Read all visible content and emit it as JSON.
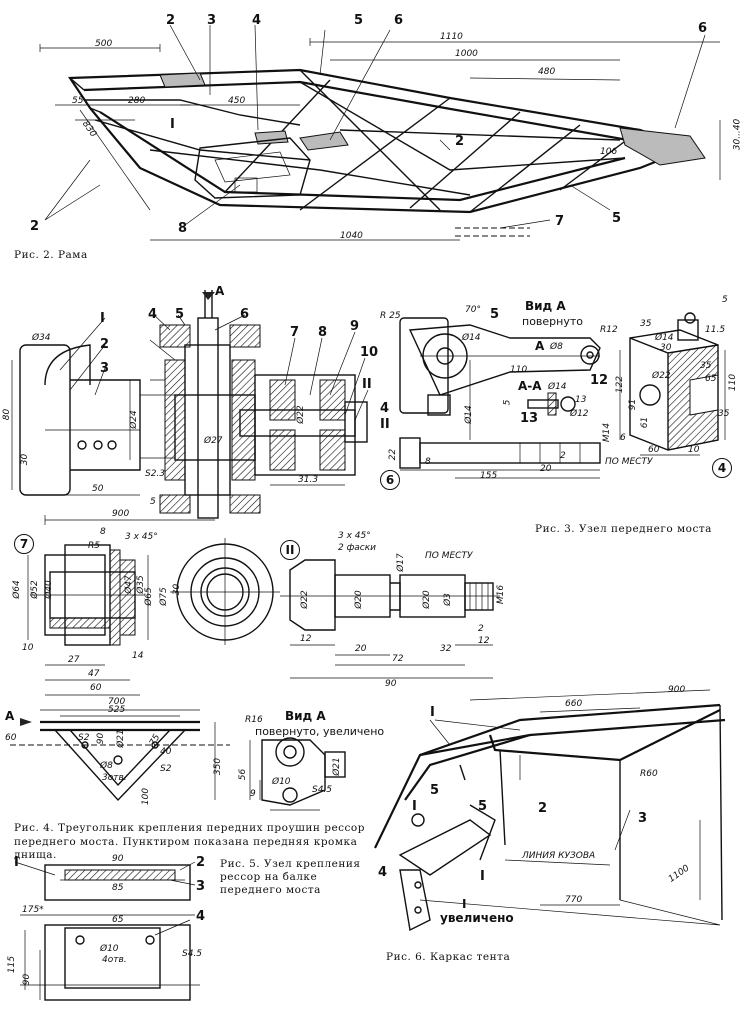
{
  "fig2": {
    "caption": "Рис. 2. Рама",
    "parts": [
      "2",
      "3",
      "4",
      "5",
      "6",
      "6",
      "I",
      "2",
      "5",
      "7",
      "8",
      "2"
    ],
    "dims": [
      "500",
      "1110",
      "1000",
      "480",
      "55",
      "280",
      "450",
      "830",
      "1040",
      "30...40",
      "106"
    ]
  },
  "fig3": {
    "caption": "Рис. 3. Узел переднего моста",
    "view_a": "Вид А",
    "view_a_sub": "повернуто",
    "section": "А-А",
    "arrow_a": "А",
    "place": "ПО МЕСТУ",
    "left_parts": [
      "I",
      "2",
      "3",
      "4",
      "5",
      "6",
      "7",
      "8",
      "9",
      "10",
      "II"
    ],
    "left_dims": [
      "Ø34",
      "80",
      "30",
      "50",
      "Ø24",
      "S2.3",
      "5",
      "900",
      "Ø27",
      "31.3",
      "Ø22"
    ],
    "right_parts": [
      "5",
      "4",
      "II",
      "12",
      "13"
    ],
    "right_dims": [
      "R 25",
      "70°",
      "Ø14",
      "Ø8",
      "R12",
      "110",
      "Ø14",
      "Ø14",
      "Ø12",
      "22",
      "8",
      "155",
      "20",
      "2",
      "M14",
      "5",
      "13"
    ],
    "circle_labels": [
      "6",
      "4"
    ],
    "box_dims": [
      "35",
      "5",
      "Ø14",
      "30",
      "11.5",
      "122",
      "91",
      "61",
      "35",
      "Ø22",
      "65",
      "110",
      "35",
      "60",
      "10",
      "6"
    ]
  },
  "fig7": {
    "circle_label": "7",
    "dims": [
      "8",
      "R5",
      "3 x 45°",
      "Ø64",
      "Ø52",
      "Ø40",
      "Ø47",
      "Ø35",
      "Ø65",
      "Ø75",
      "10",
      "27",
      "47",
      "60",
      "14",
      "30"
    ]
  },
  "fig11": {
    "circle_label": "II",
    "note": "3 x 45°",
    "note2": "2 фаски",
    "place": "ПО МЕСТУ",
    "dims": [
      "Ø17",
      "Ø22",
      "Ø20",
      "Ø20",
      "Ø3",
      "M16",
      "12",
      "20",
      "72",
      "32",
      "90",
      "2",
      "12"
    ]
  },
  "fig4": {
    "caption": "Рис. 4. Треугольник крепления передних проушин рессор переднего моста. Пунктиром показана передняя кромка днища.",
    "arrow_a": "А",
    "dims": [
      "700",
      "525",
      "60",
      "S2",
      "90",
      "Ø21",
      "75",
      "40",
      "Ø8",
      "3отв.",
      "S2",
      "100",
      "350"
    ]
  },
  "fig5": {
    "caption": "Рис. 5. Узел крепления рессор на балке переднего моста",
    "view_a": "Вид А",
    "view_a_sub": "повернуто, увеличено",
    "parts": [
      "I",
      "2",
      "3",
      "4"
    ],
    "view_dims": [
      "R16",
      "Ø21",
      "56",
      "9",
      "Ø10",
      "S4.5"
    ],
    "dims": [
      "90",
      "85",
      "175*",
      "65",
      "Ø10",
      "4отв.",
      "S4.5",
      "115",
      "90"
    ]
  },
  "fig6": {
    "caption": "Рис. 6. Каркас тента",
    "parts": [
      "I",
      "2",
      "3",
      "5",
      "5",
      "4",
      "I",
      "I"
    ],
    "detail": "I",
    "detail_sub": "увеличено",
    "body_line": "ЛИНИЯ КУЗОВА",
    "dims": [
      "900",
      "660",
      "R60",
      "1100",
      "770"
    ]
  }
}
